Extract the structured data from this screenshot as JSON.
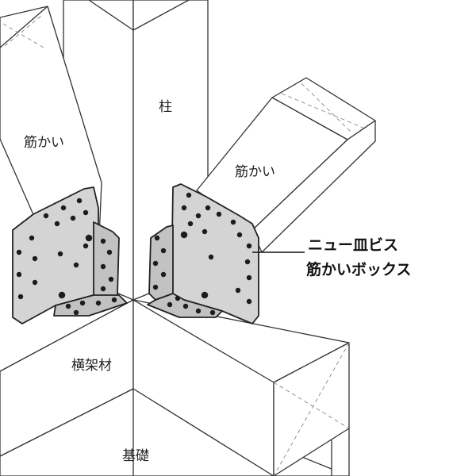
{
  "labels": {
    "column": "柱",
    "brace_left": "筋かい",
    "brace_right": "筋かい",
    "beam": "横架材",
    "foundation": "基礎"
  },
  "callout": {
    "line1": "ニュー皿ビス",
    "line2": "筋かいボックス"
  }
}
